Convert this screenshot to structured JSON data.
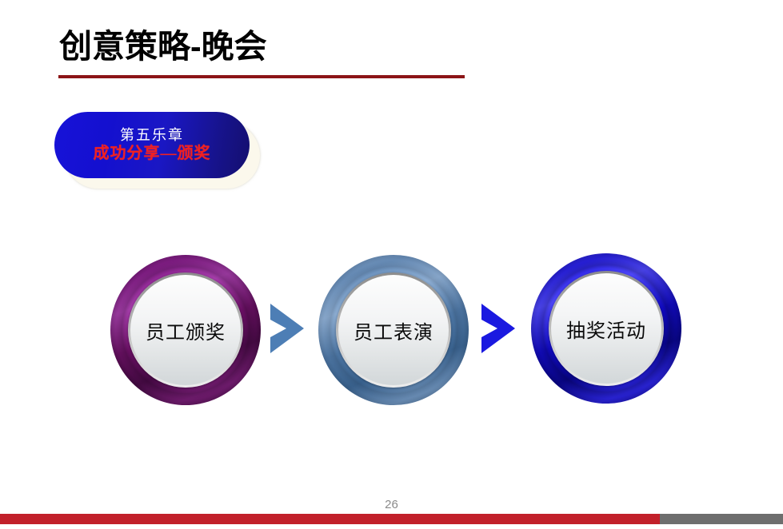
{
  "slide": {
    "title": "创意策略-晚会",
    "page_number": "26",
    "accent_red": "#8C1416",
    "footer_red": "#C2202A",
    "footer_gray": "#6E6E6E",
    "background": "#FFFFFF"
  },
  "badge": {
    "line1": "第五乐章",
    "line2": "成功分享—颁奖",
    "line1_color": "#FFFFFF",
    "line2_color": "#F12020",
    "fill_start": "#1712D8",
    "fill_end": "#140F6E",
    "shadow_color": "#FBF8EC"
  },
  "flow": {
    "nodes": [
      {
        "label": "员工颁奖",
        "ring_color": "#6E1168",
        "ring_name": "purple"
      },
      {
        "label": "员工表演",
        "ring_color": "#4F79A8",
        "ring_name": "steel-blue"
      },
      {
        "label": "抽奖活动",
        "ring_color": "#120BC6",
        "ring_name": "blue"
      }
    ],
    "arrows": [
      {
        "color": "#4D7EB5",
        "direction": "right"
      },
      {
        "color": "#1A19E0",
        "direction": "right"
      }
    ]
  }
}
